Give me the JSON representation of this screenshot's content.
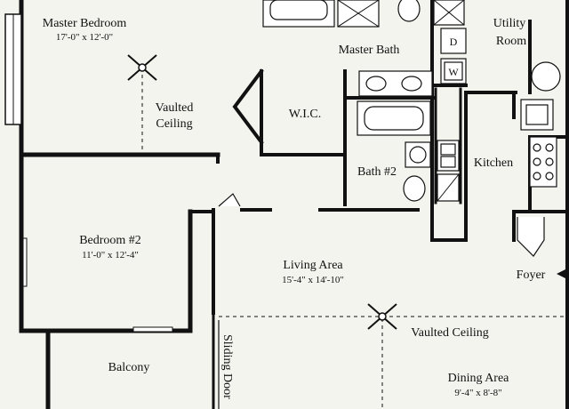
{
  "rooms": {
    "master_bedroom": {
      "name": "Master Bedroom",
      "dims": "17'-0\" x 12'-0\""
    },
    "master_vaulted": {
      "line1": "Vaulted",
      "line2": "Ceiling"
    },
    "master_bath": {
      "name": "Master Bath"
    },
    "wic": {
      "name": "W.I.C."
    },
    "utility": {
      "line1": "Utility",
      "line2": "Room"
    },
    "bath2": {
      "name": "Bath #2"
    },
    "kitchen": {
      "name": "Kitchen"
    },
    "bedroom2": {
      "name": "Bedroom #2",
      "dims": "11'-0\" x 12'-4\""
    },
    "living": {
      "name": "Living Area",
      "dims": "15'-4\" x 14'-10\""
    },
    "foyer": {
      "name": "Foyer"
    },
    "vaulted": {
      "name": "Vaulted Ceiling"
    },
    "balcony": {
      "name": "Balcony"
    },
    "sliding_door": {
      "name": "Sliding Door"
    },
    "dining": {
      "name": "Dining Area",
      "dims": "9'-4\" x 8'-8\""
    }
  },
  "appliances": {
    "dryer": "D",
    "washer": "W"
  },
  "colors": {
    "background": "#f4f4ef",
    "wall": "#111111"
  }
}
